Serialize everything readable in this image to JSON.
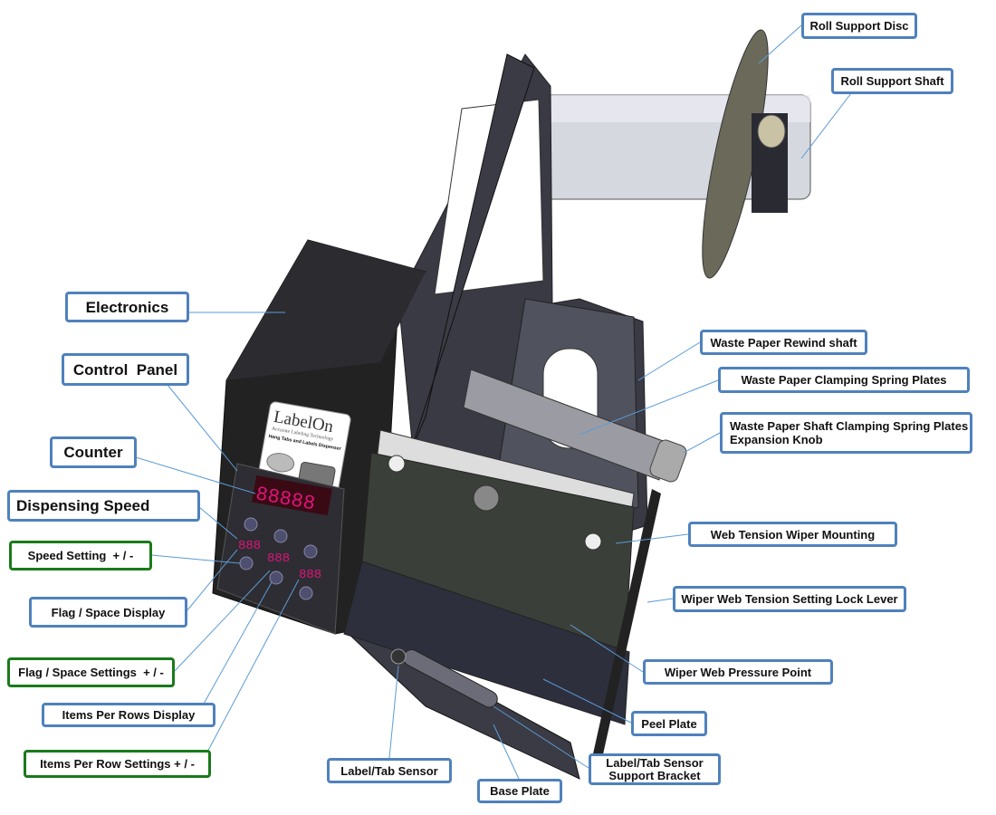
{
  "brand": {
    "logo_text": "LabelOn",
    "tagline": "Accurate Labeling Technology",
    "product": "Hang Tabs and Labels Dispenser"
  },
  "labels": {
    "roll_support_disc": "Roll Support Disc",
    "roll_support_shaft": "Roll Support Shaft",
    "electronics": "Electronics",
    "control_panel": "Control  Panel",
    "counter": "Counter",
    "dispensing_speed": "Dispensing Speed",
    "speed_setting": "Speed Setting  + / -",
    "flag_space_display": "Flag / Space Display",
    "flag_space_settings": "Flag / Space Settings  + / -",
    "items_per_rows_display": "Items Per Rows Display",
    "items_per_row_settings": "Items Per Row Settings + / -",
    "waste_paper_rewind_shaft": "Waste Paper Rewind shaft",
    "waste_paper_clamping": "Waste Paper Clamping Spring Plates",
    "expansion_knob_line1": "Waste Paper Shaft Clamping Spring Plates",
    "expansion_knob_line2": "Expansion Knob",
    "web_tension_wiper_mounting": "Web Tension Wiper Mounting",
    "wiper_lock_lever": "Wiper Web Tension Setting Lock Lever",
    "wiper_pressure_point": "Wiper Web Pressure Point",
    "peel_plate": "Peel Plate",
    "label_tab_sensor": "Label/Tab Sensor",
    "sensor_bracket_line1": "Label/Tab Sensor",
    "sensor_bracket_line2": "Support Bracket",
    "base_plate": "Base Plate"
  },
  "displays": {
    "counter": "88888",
    "speed": "888",
    "flag": "888",
    "items": "888"
  },
  "colors": {
    "blue_border": "#4f81bd",
    "green_border": "#1a7a1a",
    "leader": "#5b9bd5",
    "led": "#e0147a"
  }
}
